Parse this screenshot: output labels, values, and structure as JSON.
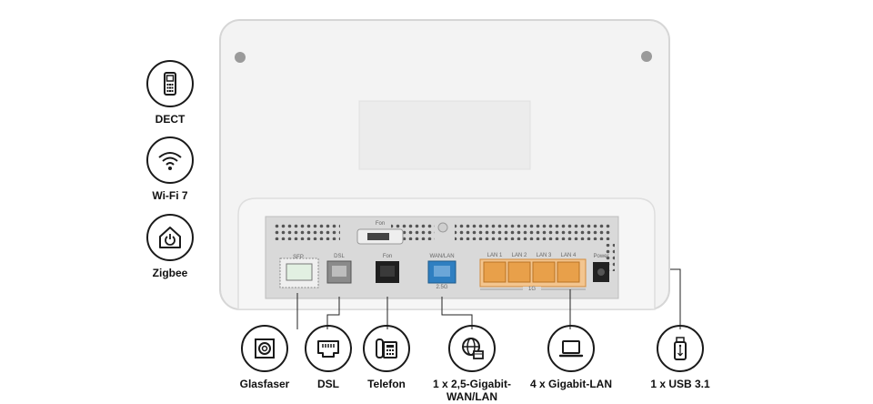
{
  "features": [
    {
      "label": "DECT",
      "icon": "dect-phone-icon"
    },
    {
      "label": "Wi-Fi 7",
      "icon": "wifi-icon"
    },
    {
      "label": "Zigbee",
      "icon": "smart-home-icon"
    }
  ],
  "device_labels": {
    "fon_top": "Fon",
    "sfp": "SFP",
    "dsl": "DSL",
    "fon": "Fon",
    "wan_lan": "WAN/LAN",
    "wan_speed": "2.5G",
    "lan1": "LAN 1",
    "lan2": "LAN 2",
    "lan3": "LAN 3",
    "lan4": "LAN 4",
    "lan_speed": "1G",
    "power": "Power"
  },
  "ports": [
    {
      "label": "Glasfaser",
      "icon": "fiber-port-icon"
    },
    {
      "label": "DSL",
      "icon": "dsl-port-icon"
    },
    {
      "label": "Telefon",
      "icon": "telephone-icon"
    },
    {
      "label": "1 x 2,5-Gigabit-\nWAN/LAN",
      "icon": "globe-network-icon"
    },
    {
      "label": "4 x Gigabit-LAN",
      "icon": "laptop-icon"
    },
    {
      "label": "1 x USB 3.1",
      "icon": "usb-stick-icon"
    }
  ],
  "colors": {
    "lan_ports": "#e8a04a",
    "wan_port": "#2f7fc1",
    "device_body": "#f4f4f4",
    "panel": "#dadada"
  }
}
